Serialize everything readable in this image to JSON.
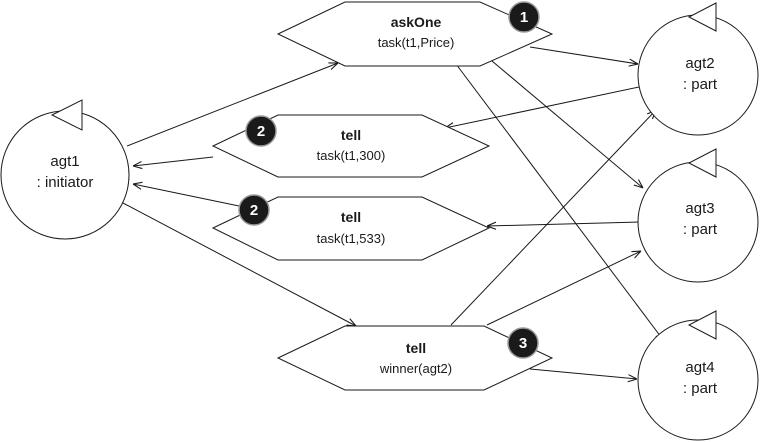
{
  "agents": [
    {
      "id": "agt1",
      "name": "agt1",
      "role": ": initiator"
    },
    {
      "id": "agt2",
      "name": "agt2",
      "role": ": part"
    },
    {
      "id": "agt3",
      "name": "agt3",
      "role": ": part"
    },
    {
      "id": "agt4",
      "name": "agt4",
      "role": ": part"
    }
  ],
  "messages": [
    {
      "id": "m1",
      "performative": "askOne",
      "content": "task(t1,Price)",
      "step": "1"
    },
    {
      "id": "m2",
      "performative": "tell",
      "content": "task(t1,300)",
      "step": "2"
    },
    {
      "id": "m3",
      "performative": "tell",
      "content": "task(t1,533)",
      "step": "2"
    },
    {
      "id": "m4",
      "performative": "tell",
      "content": "winner(agt2)",
      "step": "3"
    }
  ]
}
